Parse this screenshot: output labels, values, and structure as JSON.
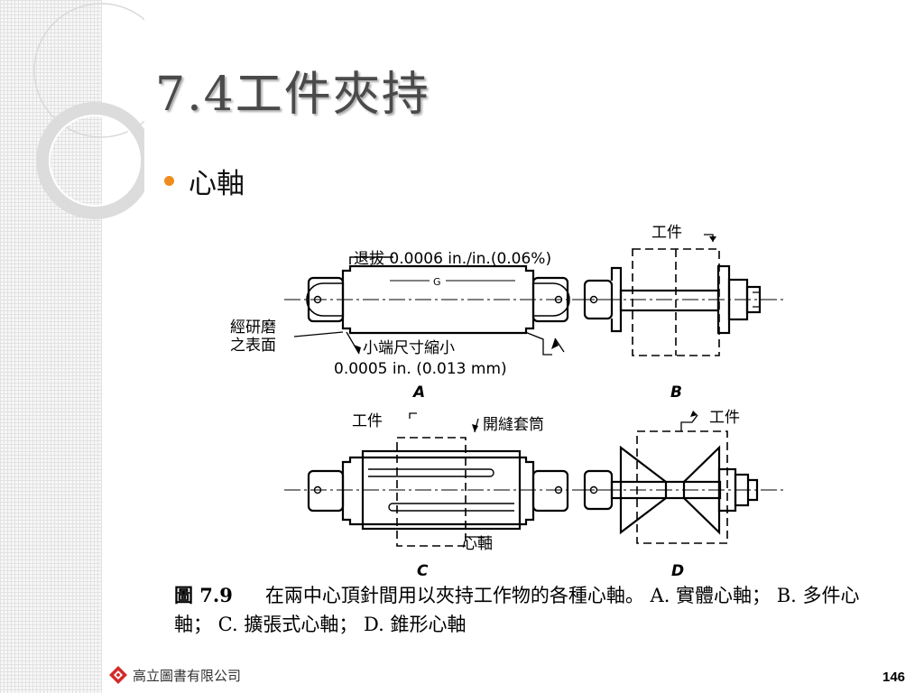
{
  "slide": {
    "title": "7.4工件夾持",
    "bullet": "心軸",
    "page_number": "146"
  },
  "figure": {
    "taper_label": "退拔 0.0006 in./in.(0.06%)",
    "g_label": "G",
    "ground_surface_line1": "經研磨",
    "ground_surface_line2": "之表面",
    "small_end_line1": "小端尺寸縮小",
    "small_end_line2": "0.0005 in. (0.013 mm)",
    "workpiece": "工件",
    "split_sleeve": "開縫套筒",
    "mandrel": "心軸",
    "panel_labels": [
      "A",
      "B",
      "C",
      "D"
    ]
  },
  "caption": {
    "label": "圖 7.9",
    "text": "在兩中心頂針間用以夾持工作物的各種心軸。 A. 實體心軸； B. 多件心軸； C. 擴張式心軸； D. 錐形心軸"
  },
  "footer": {
    "publisher": "高立圖書有限公司",
    "logo_icon": "diamond-logo-icon"
  },
  "colors": {
    "bullet": "#f08c1e",
    "title": "#4a4a4a",
    "logo_red": "#d42a2a"
  }
}
